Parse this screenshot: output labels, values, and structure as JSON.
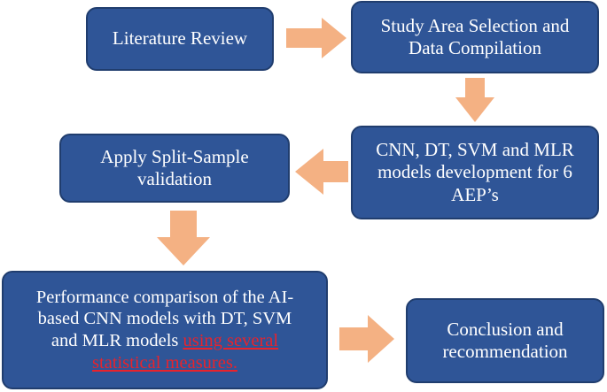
{
  "colors": {
    "box_fill": "#2f5597",
    "box_text": "#ffffff",
    "arrow": "#f4b183",
    "highlight_text": "#e8232c"
  },
  "nodes": {
    "literature_review": {
      "lines": [
        "Literature Review"
      ]
    },
    "study_area": {
      "lines": [
        "Study Area Selection and",
        "Data Compilation"
      ]
    },
    "models_development": {
      "lines": [
        "CNN, DT, SVM and MLR",
        "models development for 6",
        "AEP’s"
      ]
    },
    "split_sample": {
      "lines": [
        "Apply Split-Sample",
        "validation"
      ]
    },
    "performance": {
      "lines": [
        "Performance comparison of the AI-",
        "based CNN models with DT, SVM"
      ],
      "line3_plain": "and MLR models ",
      "line3_highlight": "using several",
      "line4_highlight": "statistical measures."
    },
    "conclusion": {
      "lines": [
        "Conclusion and",
        "recommendation"
      ]
    }
  }
}
